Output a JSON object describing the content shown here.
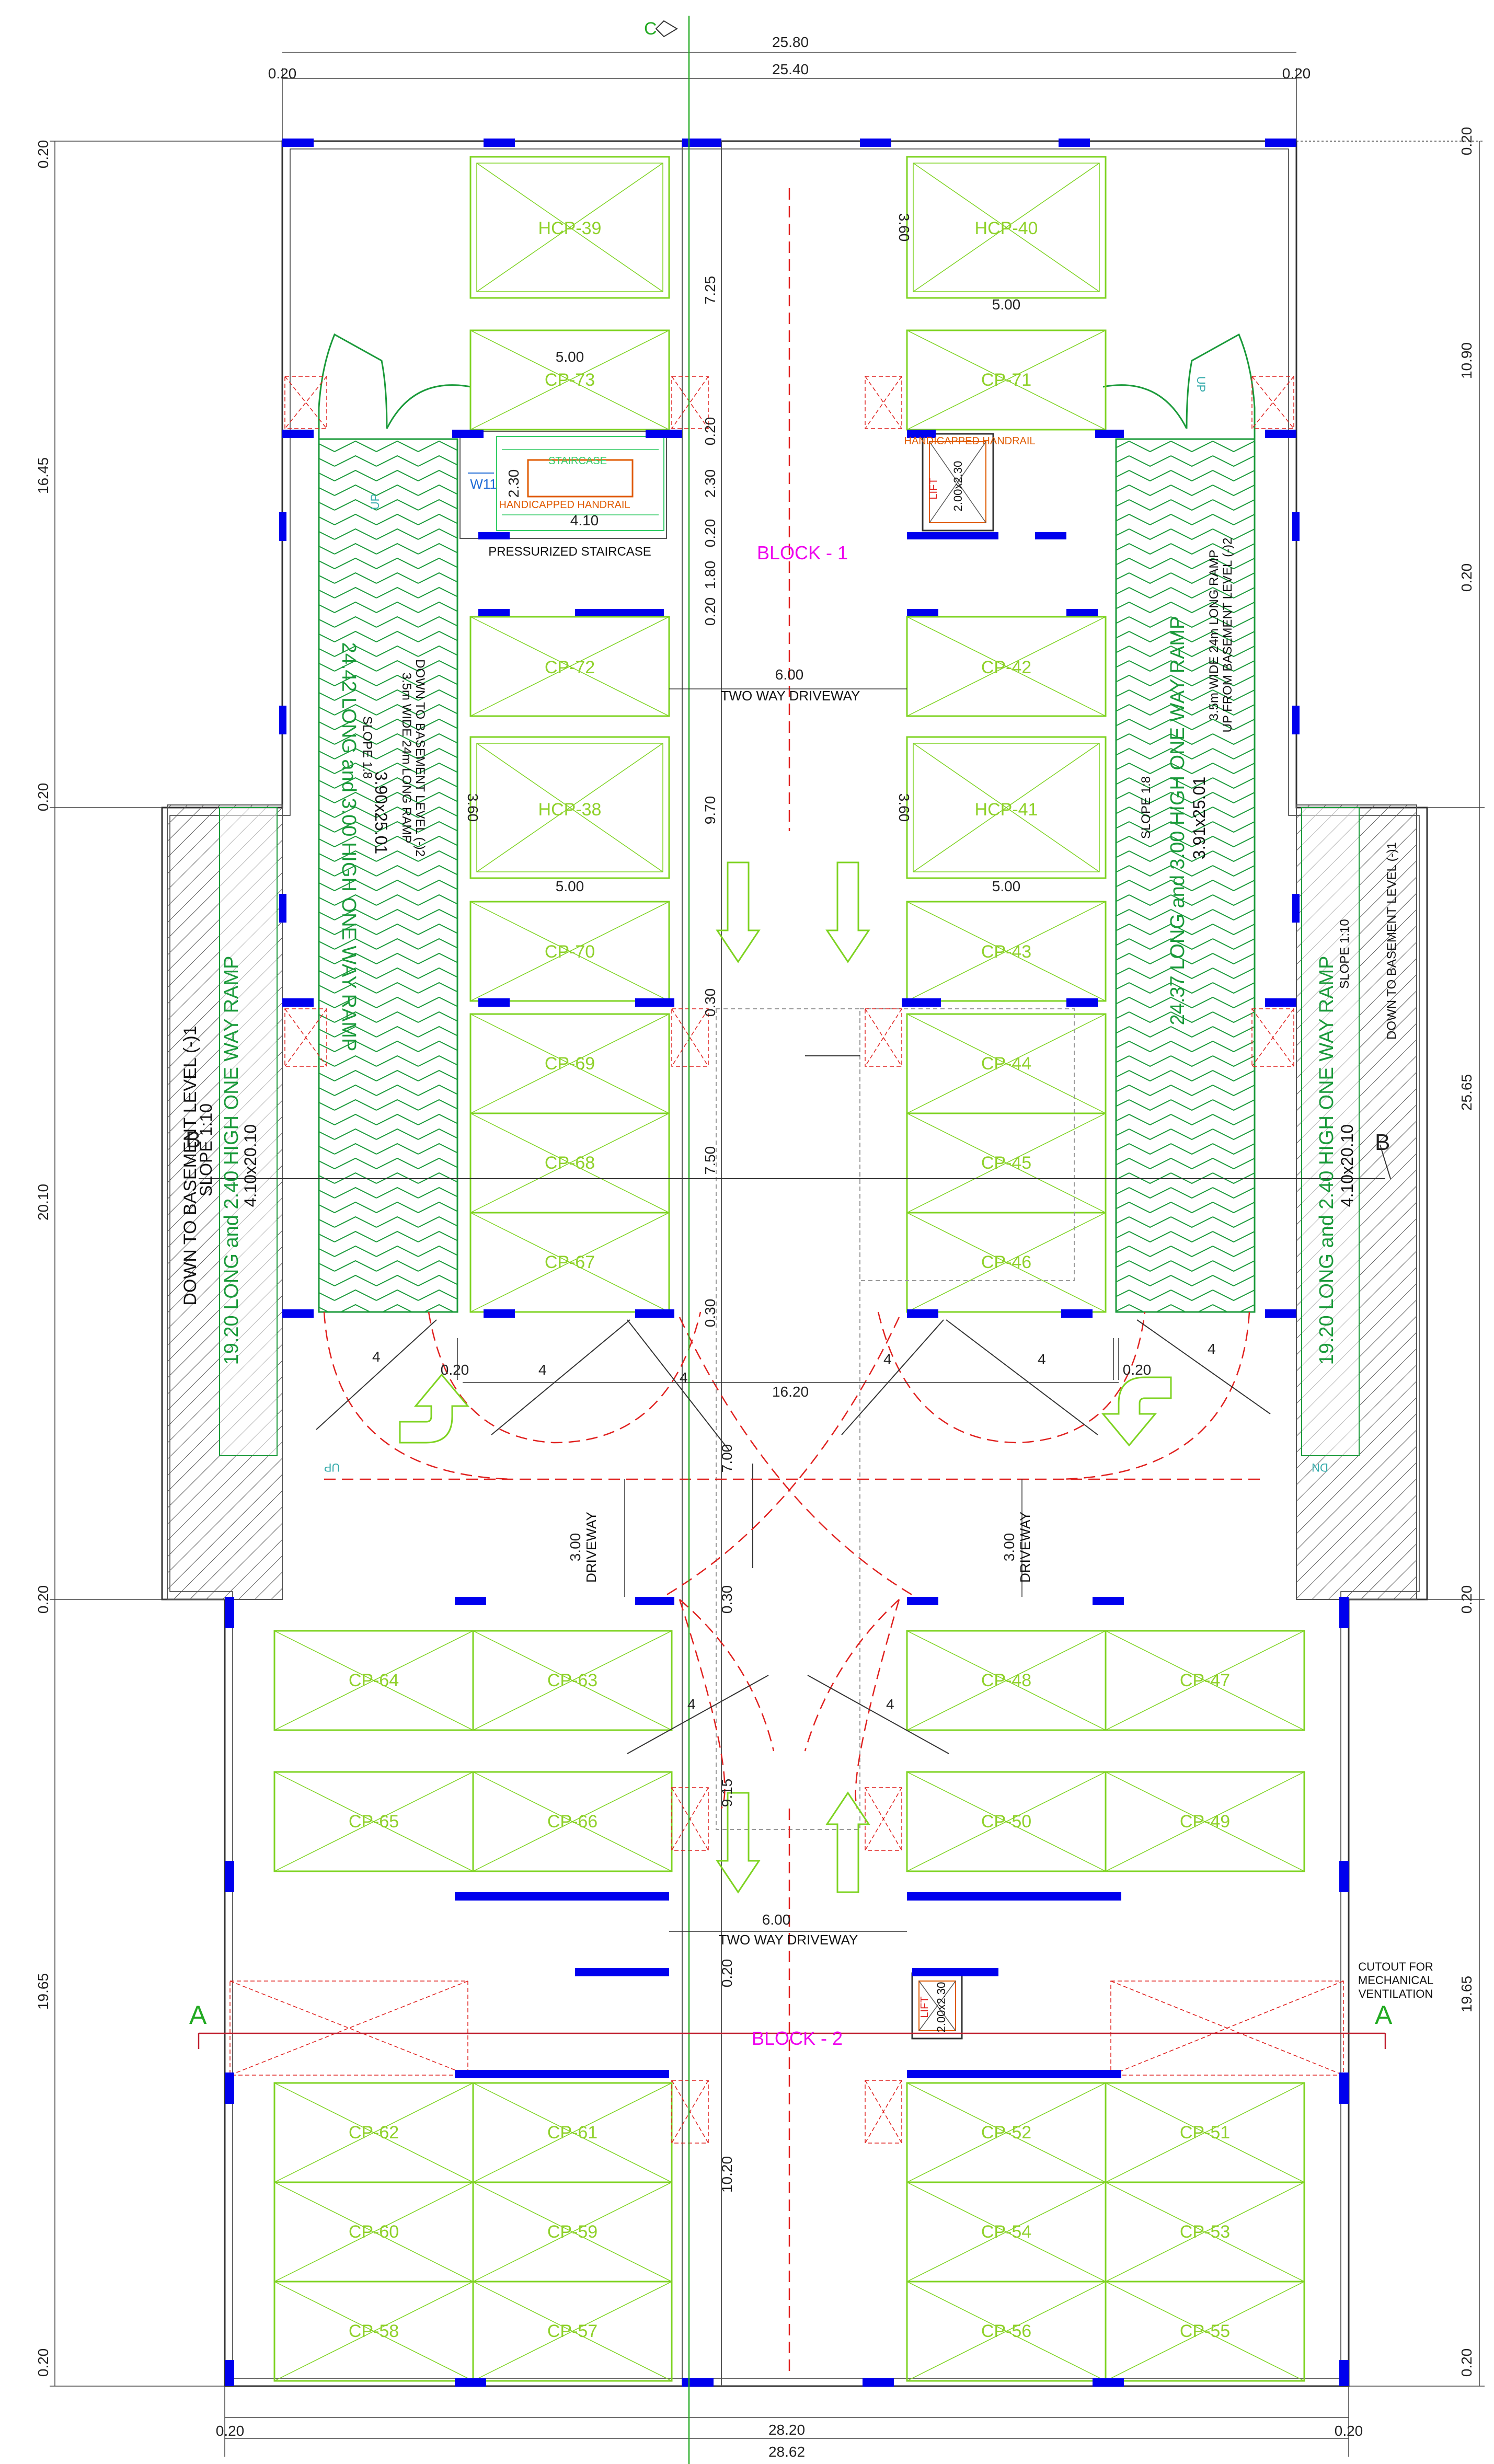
{
  "colors": {
    "bay": "#7ed321",
    "bay_text": "#8fd12a",
    "ramp": "#1a9a3a",
    "column": "#0000ee",
    "block_label": "#ee00ee",
    "circulation": "#e0201e",
    "axis": "#22aa22",
    "dimension": "#222222",
    "handrail": "#e05a00",
    "stair": "#33cc66"
  },
  "grid_marks": {
    "c": "C",
    "b_left": "B",
    "b_right": "B",
    "a_left": "A",
    "a_right": "A"
  },
  "blocks": {
    "block1": "BLOCK - 1",
    "block2": "BLOCK - 2"
  },
  "bays": {
    "hcp39": "HCP-39",
    "hcp40": "HCP-40",
    "hcp38": "HCP-38",
    "hcp41": "HCP-41",
    "cp73": "CP-73",
    "cp71": "CP-71",
    "cp72": "CP-72",
    "cp42": "CP-42",
    "cp70": "CP-70",
    "cp43": "CP-43",
    "cp69": "CP-69",
    "cp44": "CP-44",
    "cp68": "CP-68",
    "cp45": "CP-45",
    "cp67": "CP-67",
    "cp46": "CP-46",
    "cp64": "CP-64",
    "cp63": "CP-63",
    "cp48": "CP-48",
    "cp47": "CP-47",
    "cp65": "CP-65",
    "cp66": "CP-66",
    "cp50": "CP-50",
    "cp49": "CP-49",
    "cp62": "CP-62",
    "cp61": "CP-61",
    "cp52": "CP-52",
    "cp51": "CP-51",
    "cp60": "CP-60",
    "cp59": "CP-59",
    "cp54": "CP-54",
    "cp53": "CP-53",
    "cp58": "CP-58",
    "cp57": "CP-57",
    "cp56": "CP-56",
    "cp55": "CP-55"
  },
  "ramps": {
    "left_inner": {
      "title": "24.42 LONG and 3.00 HIGH ONE WAY RAMP",
      "slope": "SLOPE 1:8",
      "size": "3.90x25.01",
      "note1": "3.5m WIDE 24m LONG RAMP",
      "note2": "DOWN TO BASEMENT LEVEL (-)2"
    },
    "right_inner": {
      "title": "24.37 LONG and 3.00 HIGH ONE WAY RAMP",
      "slope": "SLOPE 1:8",
      "size": "3.91x25.01",
      "note1": "3.5m WIDE 24m LONG RAMP",
      "note2": "UP FROM BASEMENT LEVEL (-)2"
    },
    "left_outer": {
      "title": "19.20 LONG and 2.40 HIGH ONE WAY RAMP",
      "note": "DOWN TO BASEMENT LEVEL (-)1",
      "slope": "SLOPE 1:10",
      "size": "4.10x20.10"
    },
    "right_outer": {
      "title": "19.20 LONG and 2.40 HIGH ONE WAY RAMP",
      "note": "DOWN TO BASEMENT LEVEL (-)1",
      "slope": "SLOPE 1:10",
      "size": "4.10x20.10"
    }
  },
  "labels": {
    "two_way_driveway_1": "TWO WAY DRIVEWAY",
    "two_way_driveway_2": "TWO WAY DRIVEWAY",
    "driveway_left": "DRIVEWAY",
    "driveway_right": "DRIVEWAY",
    "pressurized_staircase": "PRESSURIZED STAIRCASE",
    "staircase": "STAIRCASE",
    "handicapped_handrail_1": "HANDICAPPED HANDRAIL",
    "handicapped_handrail_2": "HANDICAPPED HANDRAIL",
    "lift_size_1": "2.00x2.30",
    "lift_size_2": "2.00x2.30",
    "lift_1": "LIFT",
    "lift_2": "LIFT",
    "w11": "W11",
    "cutout_1": "CUTOUT FOR",
    "cutout_2": "MECHANICAL",
    "cutout_3": "VENTILATION",
    "up_1": "UP",
    "up_2": "UP",
    "up_3": "UP",
    "dn": "DN"
  },
  "dims": {
    "top_overall": "25.80",
    "top_inner": "25.40",
    "top_l": "0.20",
    "top_r": "0.20",
    "bottom_inner": "28.20",
    "bottom_overall": "28.62",
    "bottom_l": "0.20",
    "bottom_r": "0.20",
    "left_16_45": "16.45",
    "left_20_10": "20.10",
    "left_19_65": "19.65",
    "left_020_a": "0.20",
    "left_020_b": "0.20",
    "left_020_c": "0.20",
    "left_020_d": "0.20",
    "right_10_90": "10.90",
    "right_25_65": "25.65",
    "right_19_65": "19.65",
    "right_020_a": "0.20",
    "right_020_b": "0.20",
    "right_020_c": "0.20",
    "right_020_d": "0.20",
    "c_7_25": "7.25",
    "c_020_a": "0.20",
    "c_2_30": "2.30",
    "c_020_b": "0.20",
    "c_1_80": "1.80",
    "c_020_c": "0.20",
    "c_9_70": "9.70",
    "c_030_a": "0.30",
    "c_7_50": "7.50",
    "c_030_b": "0.30",
    "c_7_00": "7.00",
    "c_030_c": "0.30",
    "c_9_15": "9.15",
    "c_020_d": "0.20",
    "c_10_20": "10.20",
    "drive_6_00_a": "6.00",
    "drive_6_00_b": "6.00",
    "span_16_20": "16.20",
    "span_020_l": "0.20",
    "span_020_r": "0.20",
    "d_3_00_l": "3.00",
    "d_3_00_r": "3.00",
    "bay_5_00_a": "5.00",
    "bay_5_00_b": "5.00",
    "bay_5_00_c": "5.00",
    "bay_5_00_d": "5.00",
    "bay_3_60_a": "3.60",
    "bay_3_60_b": "3.60",
    "bay_3_60_c": "3.60",
    "stair_4_10": "4.10",
    "stair_2_30": "2.30",
    "r4_a": "4",
    "r4_b": "4",
    "r4_c": "4",
    "r4_d": "4",
    "r4_e": "4",
    "r4_f": "4",
    "r4_g": "4",
    "r4_h": "4"
  }
}
